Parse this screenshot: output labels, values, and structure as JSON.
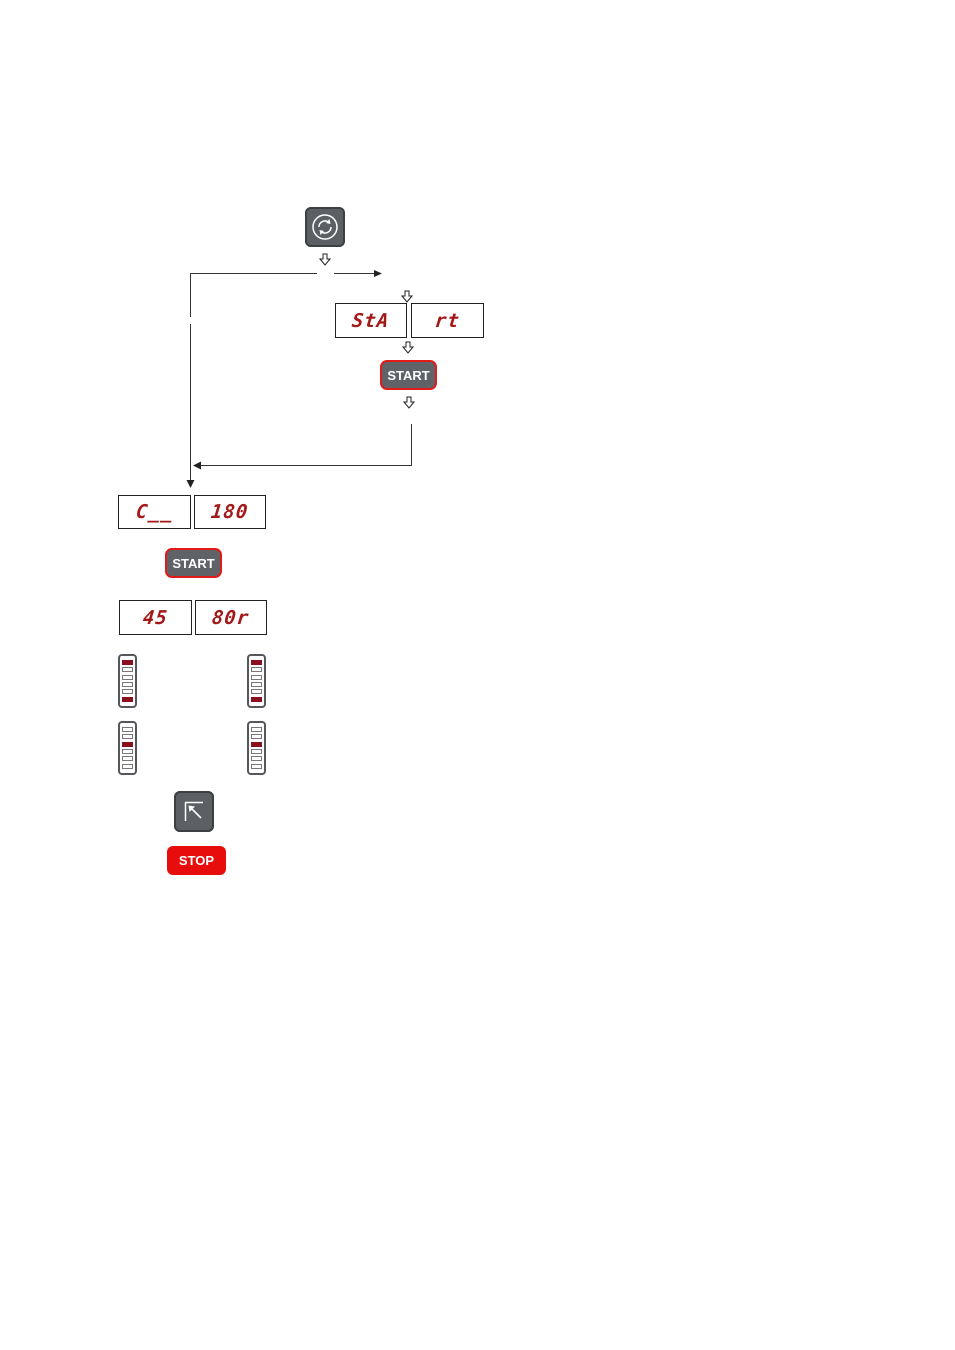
{
  "rotate_key": {
    "icon": "rotate-icon"
  },
  "start_display": {
    "left": "StA",
    "right": "rt"
  },
  "start_button_1": {
    "label": "START"
  },
  "display_c": {
    "left": "C__",
    "right": "180"
  },
  "start_button_2": {
    "label": "START"
  },
  "display_value": {
    "left": "45",
    "right": "80r"
  },
  "bar_indicators": [
    {
      "lit": [
        true,
        false,
        false,
        false,
        false,
        true
      ]
    },
    {
      "lit": [
        true,
        false,
        false,
        false,
        false,
        true
      ]
    },
    {
      "lit": [
        false,
        false,
        true,
        false,
        false,
        false
      ]
    },
    {
      "lit": [
        false,
        false,
        true,
        false,
        false,
        false
      ]
    }
  ],
  "exit_key": {
    "icon": "exit-arrow-icon"
  },
  "stop_button": {
    "label": "STOP"
  },
  "colors": {
    "accent_red": "#e31a1a",
    "segment_red": "#a31818",
    "key_gray": "#5c5f63"
  }
}
